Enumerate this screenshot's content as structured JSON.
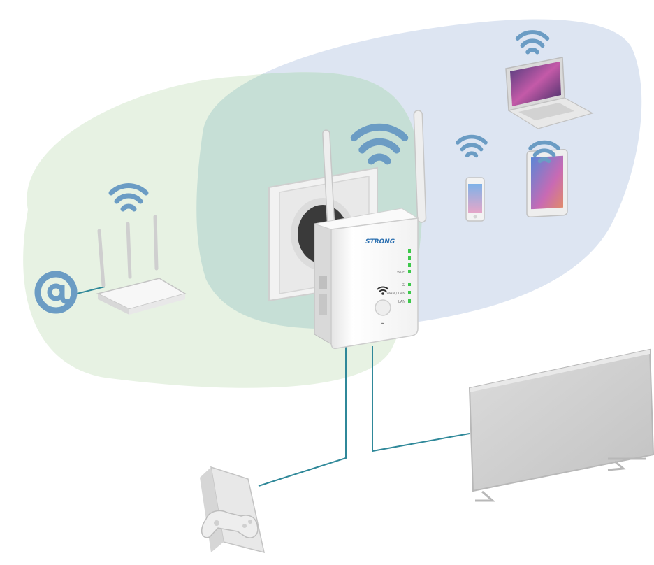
{
  "colors": {
    "router_zone": "#e7f2e3",
    "client_zone": "#dde5f2",
    "overlap_zone": "#c6dfd6",
    "signal": "#6b9cc4",
    "cable": "#2f8899",
    "device_white": "#f4f4f4",
    "device_grey": "#c9c9c9",
    "led_green": "#3cc84a"
  },
  "repeater": {
    "brand_label": "STRONG",
    "led_labels": [
      "Wi-Fi",
      "⏻",
      "WAN / LAN",
      "LAN"
    ]
  },
  "icons": {
    "internet": "at-sign-icon",
    "router": "router-icon",
    "repeater": "wifi-repeater-icon",
    "wall_socket": "wall-socket-icon",
    "laptop": "laptop-icon",
    "smartphone": "smartphone-icon",
    "tablet": "tablet-icon",
    "television": "tv-icon",
    "game_console": "game-controller-icon",
    "wifi_signal": "wifi-signal-icon"
  }
}
